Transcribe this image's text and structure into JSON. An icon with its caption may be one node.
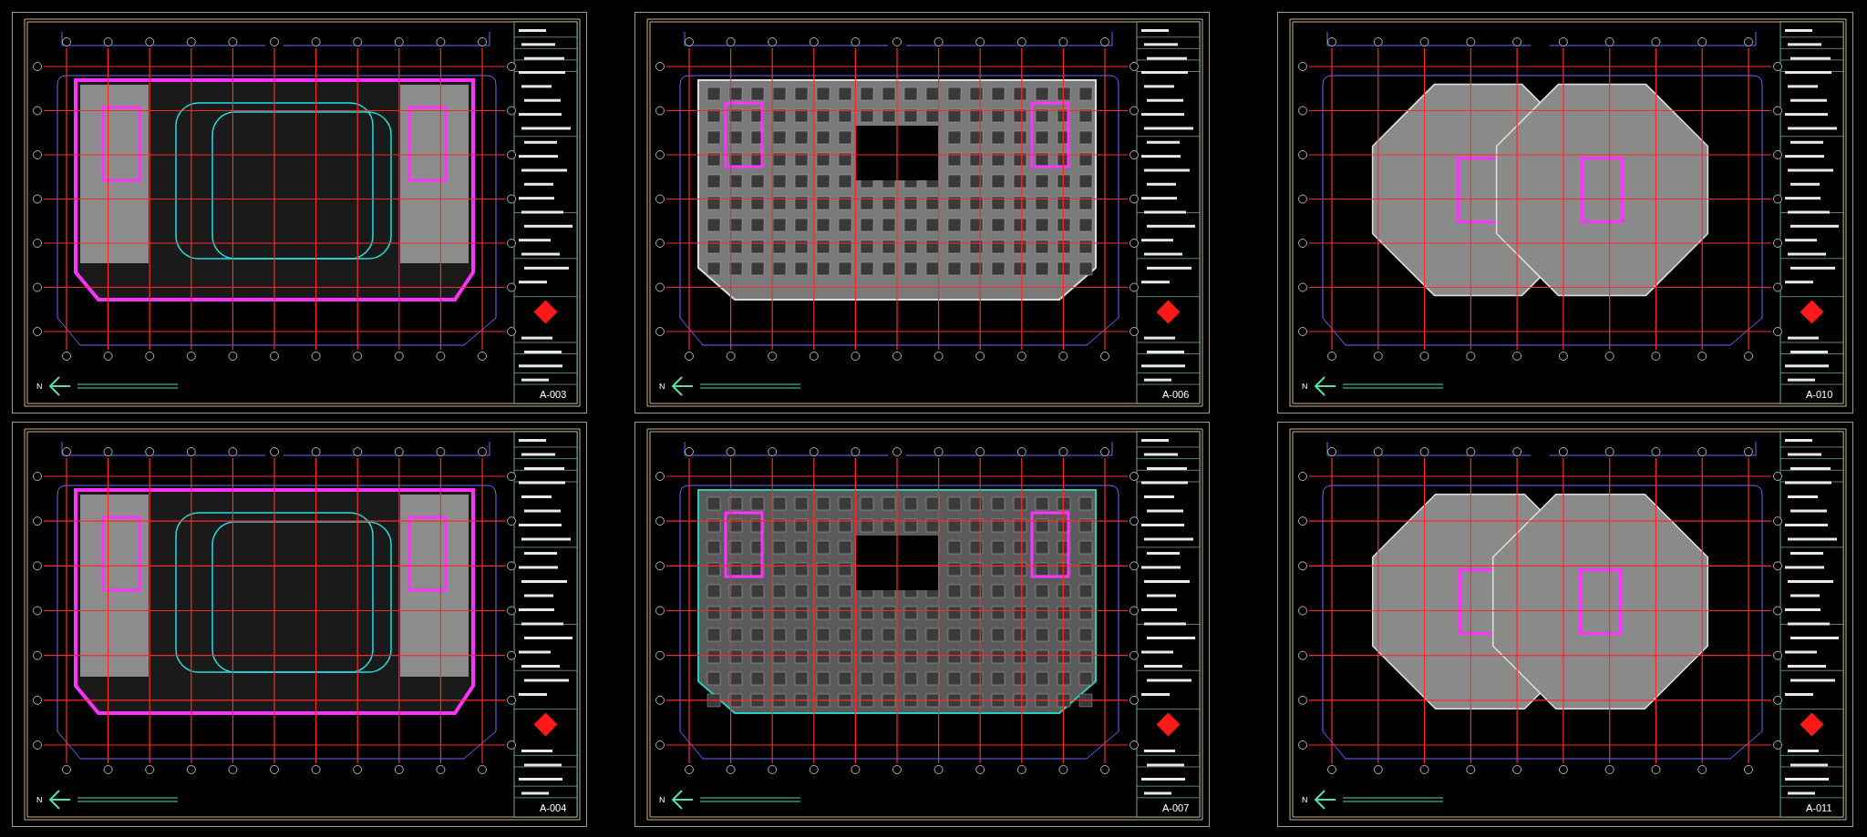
{
  "diagram": {
    "labels": [
      "N",
      "A-003",
      "N",
      "A-006",
      "N",
      "A-010",
      "N",
      "A-004",
      "N",
      "A-007",
      "N",
      "A-011"
    ]
  }
}
